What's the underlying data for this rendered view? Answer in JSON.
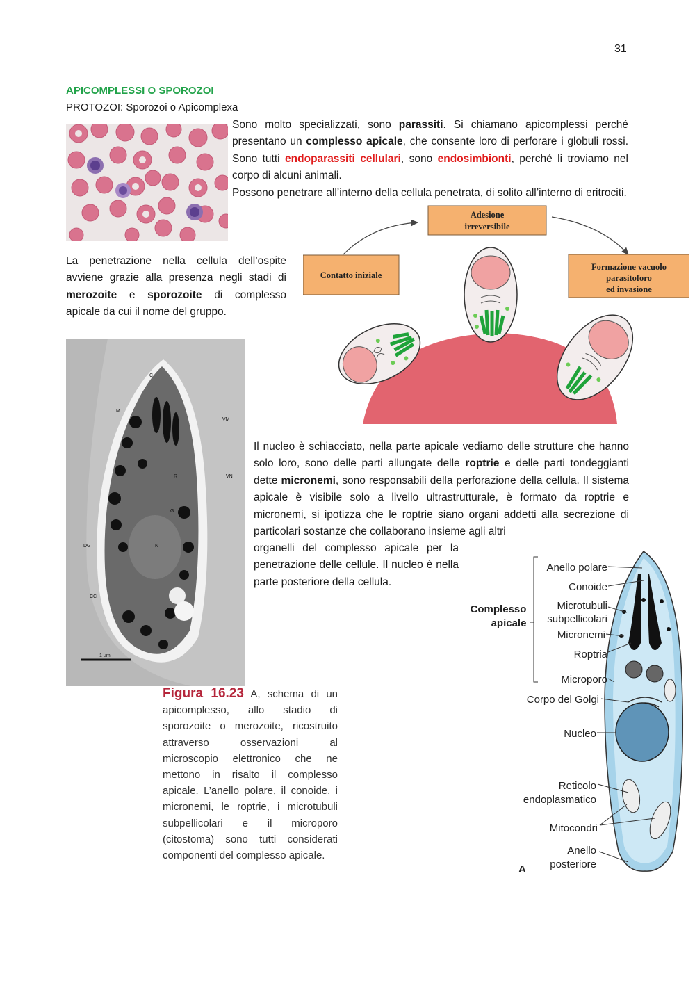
{
  "page_number": "31",
  "section_title": "APICOMPLESSI O SPOROZOI",
  "subtitle": "PROTOZOI: Sporozoi o Apicomplexa",
  "para1": {
    "t1": "Sono molto specializzati, sono ",
    "b1": "parassiti",
    "t2": ". Si chiamano apicomplessi perché presentano un ",
    "b2": "complesso apicale",
    "t3": ", che consente loro di perforare i globuli rossi. Sono tutti ",
    "r1": "endoparassiti cellulari",
    "t4": ", sono ",
    "r2": "endosimbionti",
    "t5": ", perché li troviamo nel corpo di alcuni animali.",
    "t6": "Possono penetrare all’interno della cellula penetrata, di solito all’interno di eritrociti."
  },
  "para2": {
    "t1": "La penetrazione nella cellula dell’ospite avviene grazie alla presenza negli stadi di ",
    "b1": "merozoite",
    "t2": " e ",
    "b2": "sporozoite",
    "t3": " di complesso apicale da cui il nome del gruppo."
  },
  "para3": {
    "t1": "Il nucleo è schiacciato, nella parte apicale vediamo delle strutture che hanno solo loro, sono delle parti allungate delle ",
    "b1": "roptrie",
    "t2": " e delle parti tondeggianti dette ",
    "b2": "micronemi",
    "t3": ", sono responsabili della perforazione della cellula. Il sistema apicale è visibile solo a livello ultrastrutturale, è formato da roptrie e micronemi, si ipotizza che le roptrie siano organi addetti alla secrezione di particolari sostanze che collaborano insieme agli altri",
    "t4": "organelli del complesso apicale per la penetrazione delle cellule. Il nucleo è nella parte posteriore della cellula."
  },
  "caption": {
    "label": "Figura 16.23",
    "text": "A, schema di un apicomplesso, allo stadio di sporozoite o merozoite, ricostruito attraverso osservazioni al microscopio elettronico che ne mettono in risalto il complesso apicale. L’anello polare, il conoide, i micronemi, le roptrie, i microtubuli subpellicolari e il microporo (citostoma) sono tutti considerati componenti del complesso apicale."
  },
  "invasion_diagram": {
    "stage1": "Contatto iniziale",
    "stage2_l1": "Adesione",
    "stage2_l2": "irreversibile",
    "stage3_l1": "Formazione vacuolo",
    "stage3_l2": "parasitoforo",
    "stage3_l3": "ed invasione",
    "box_color": "#f5b16f",
    "host_cell_color": "#e2646f"
  },
  "tem_labels": {
    "c": "C",
    "m": "M",
    "vm": "VM",
    "r": "R",
    "vn": "VN",
    "dg": "DG",
    "n": "N",
    "g": "G",
    "cc": "CC",
    "scale": "1 µm"
  },
  "schema_labels": {
    "group_l1": "Complesso",
    "group_l2": "apicale",
    "anello_polare": "Anello polare",
    "conoide": "Conoide",
    "microtubuli_l1": "Microtubuli",
    "microtubuli_l2": "subpellicolari",
    "micronemi": "Micronemi",
    "roptria": "Roptria",
    "microporo": "Microporo",
    "golgi": "Corpo del Golgi",
    "nucleo": "Nucleo",
    "reticolo_l1": "Reticolo",
    "reticolo_l2": "endoplasmatico",
    "mitocondri": "Mitocondri",
    "anello_post_l1": "Anello",
    "anello_post_l2": "posteriore",
    "panel": "A"
  }
}
